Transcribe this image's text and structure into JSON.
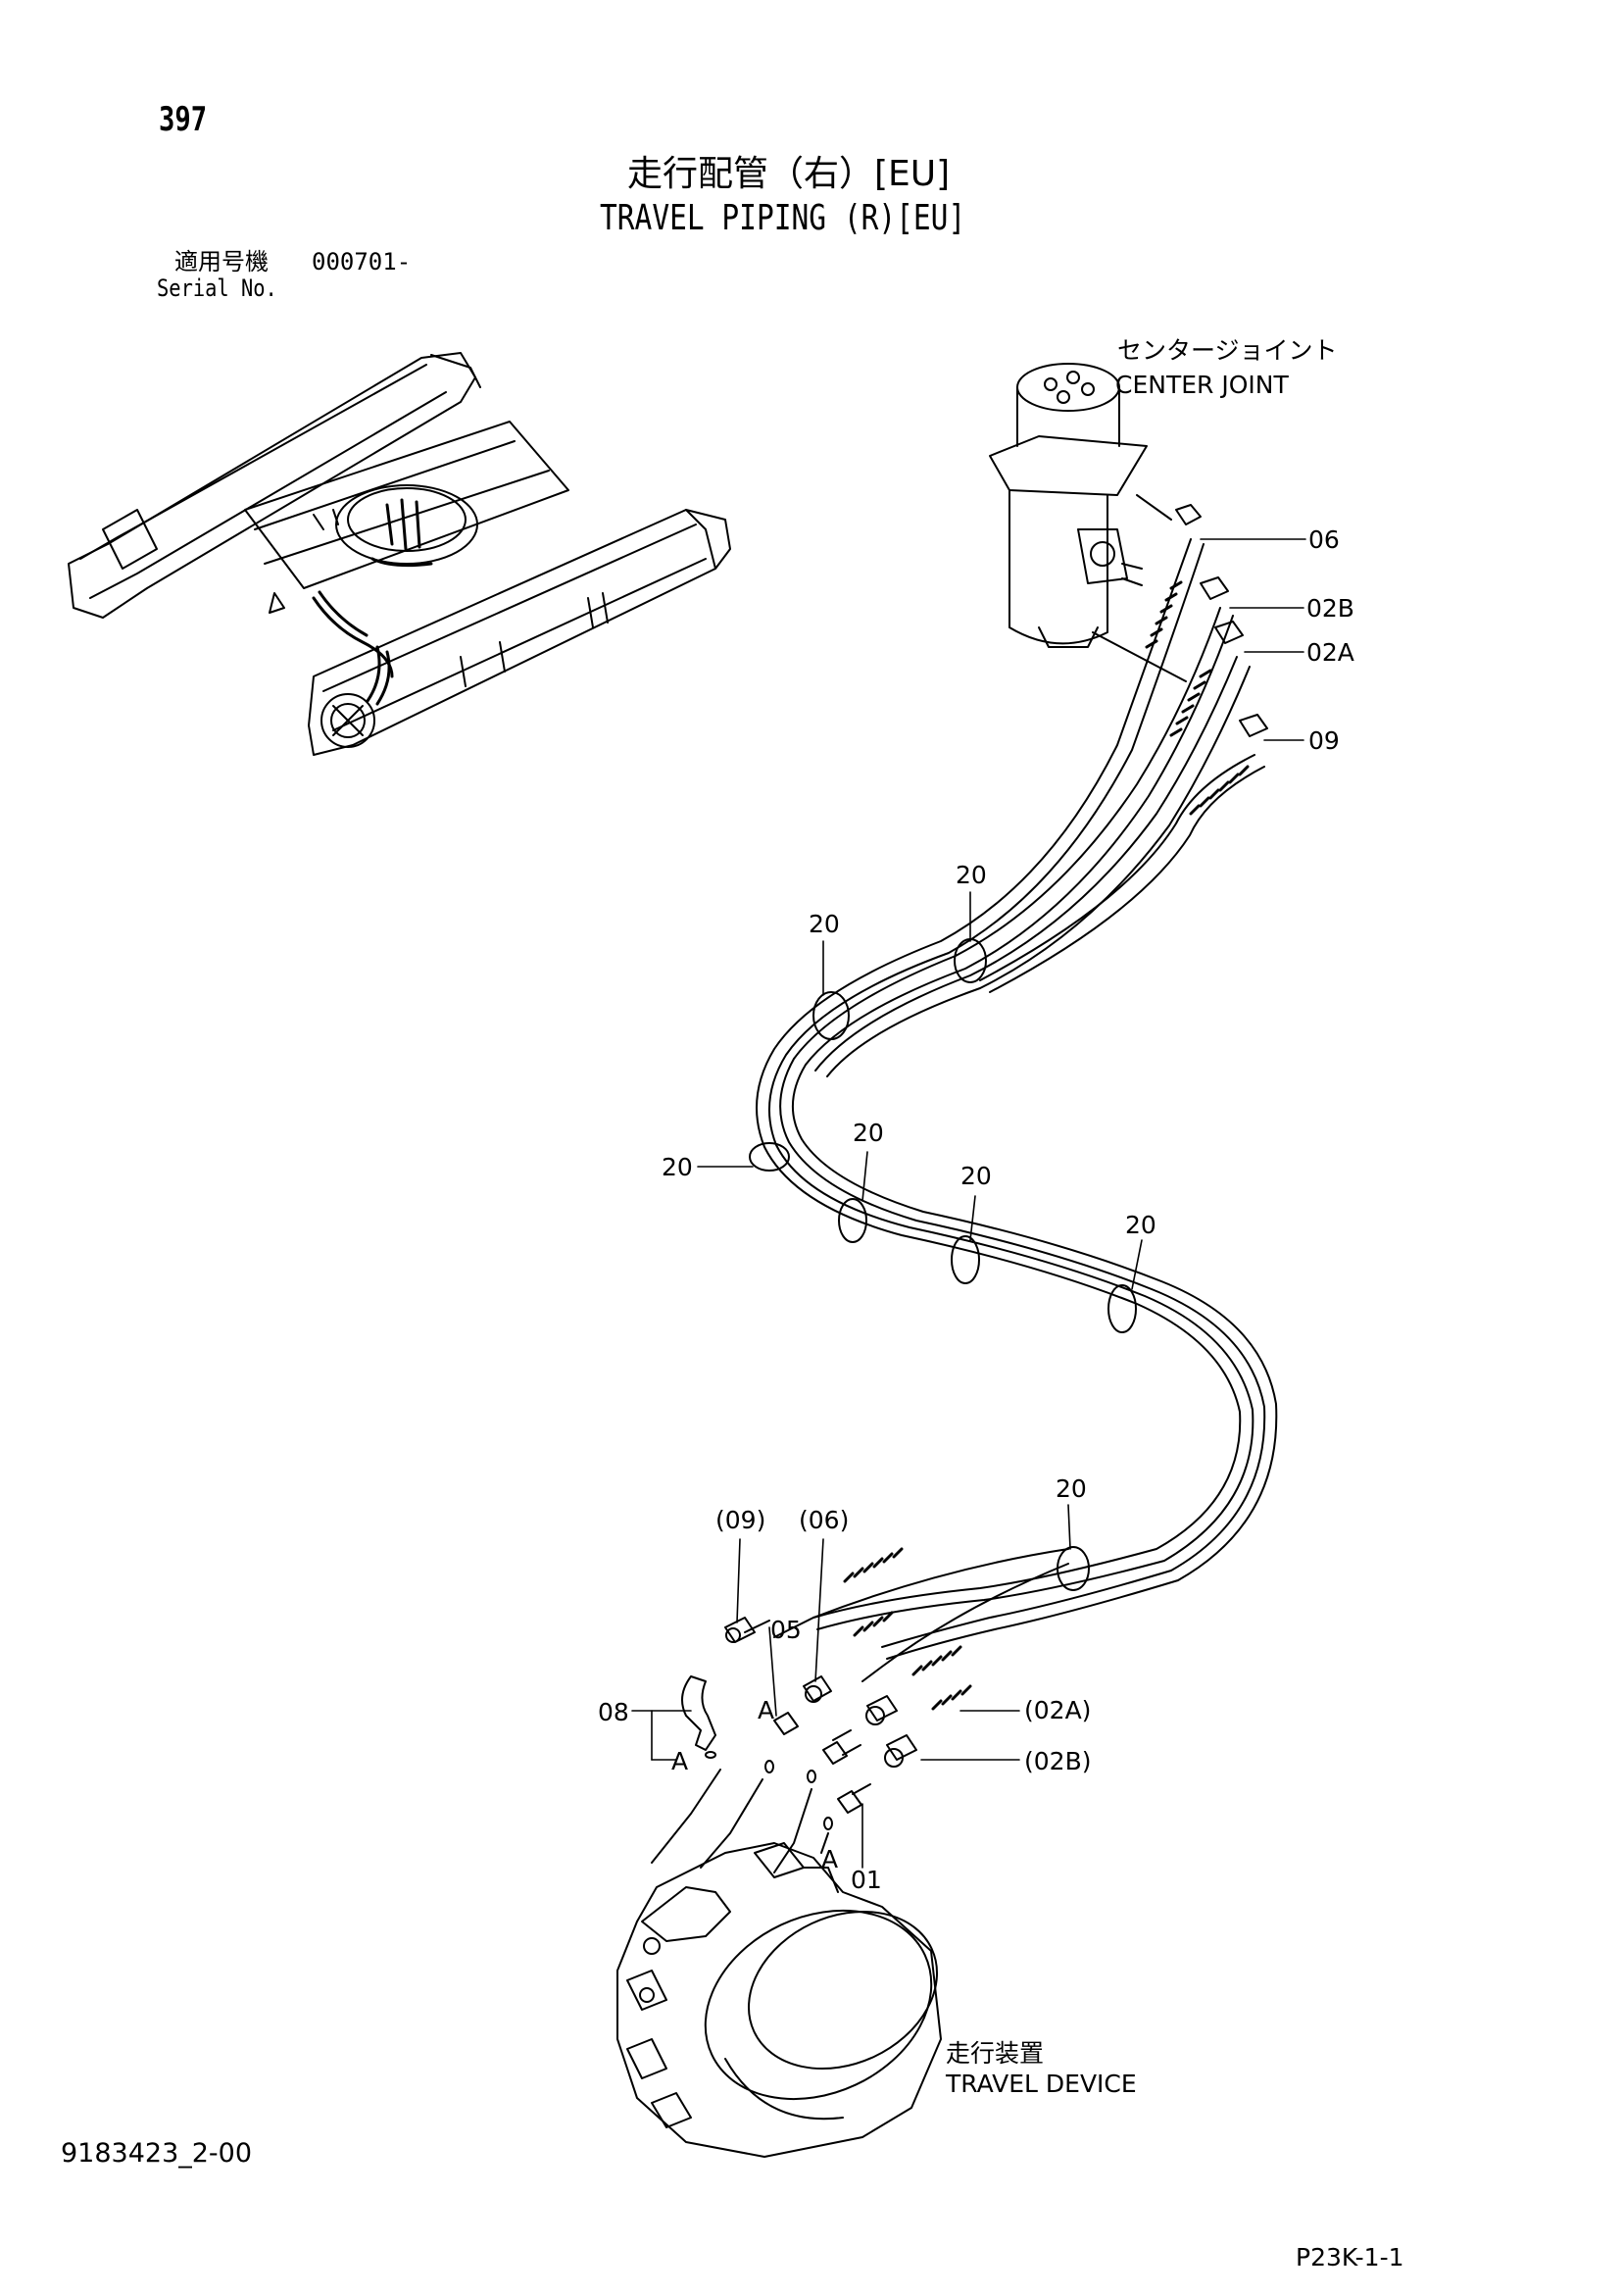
{
  "page_number": "397",
  "title_jp": "走行配管（右）[EU]",
  "title_en": "TRAVEL PIPING (R)[EU]",
  "serial_label_jp": "適用号機",
  "serial_value": "000701-",
  "serial_label_en": "Serial No.",
  "components": {
    "center_joint_jp": "センタージョイント",
    "center_joint_en": "CENTER JOINT",
    "travel_device_jp": "走行装置",
    "travel_device_en": "TRAVEL DEVICE"
  },
  "callouts": {
    "c06": "06",
    "c02B": "02B",
    "c02A": "02A",
    "c09": "09",
    "c20a": "20",
    "c20b": "20",
    "c20c": "20",
    "c20d": "20",
    "c20e": "20",
    "c20f": "20",
    "c20g": "20",
    "p09": "(09)",
    "p06": "(06)",
    "c05": "05",
    "c08": "08",
    "A1": "A",
    "A2": "A",
    "A3": "A",
    "p02A": "(02A)",
    "p02B": "(02B)",
    "c01": "01"
  },
  "document_number": "9183423_2-00",
  "figure_ref": "P23K-1-1"
}
